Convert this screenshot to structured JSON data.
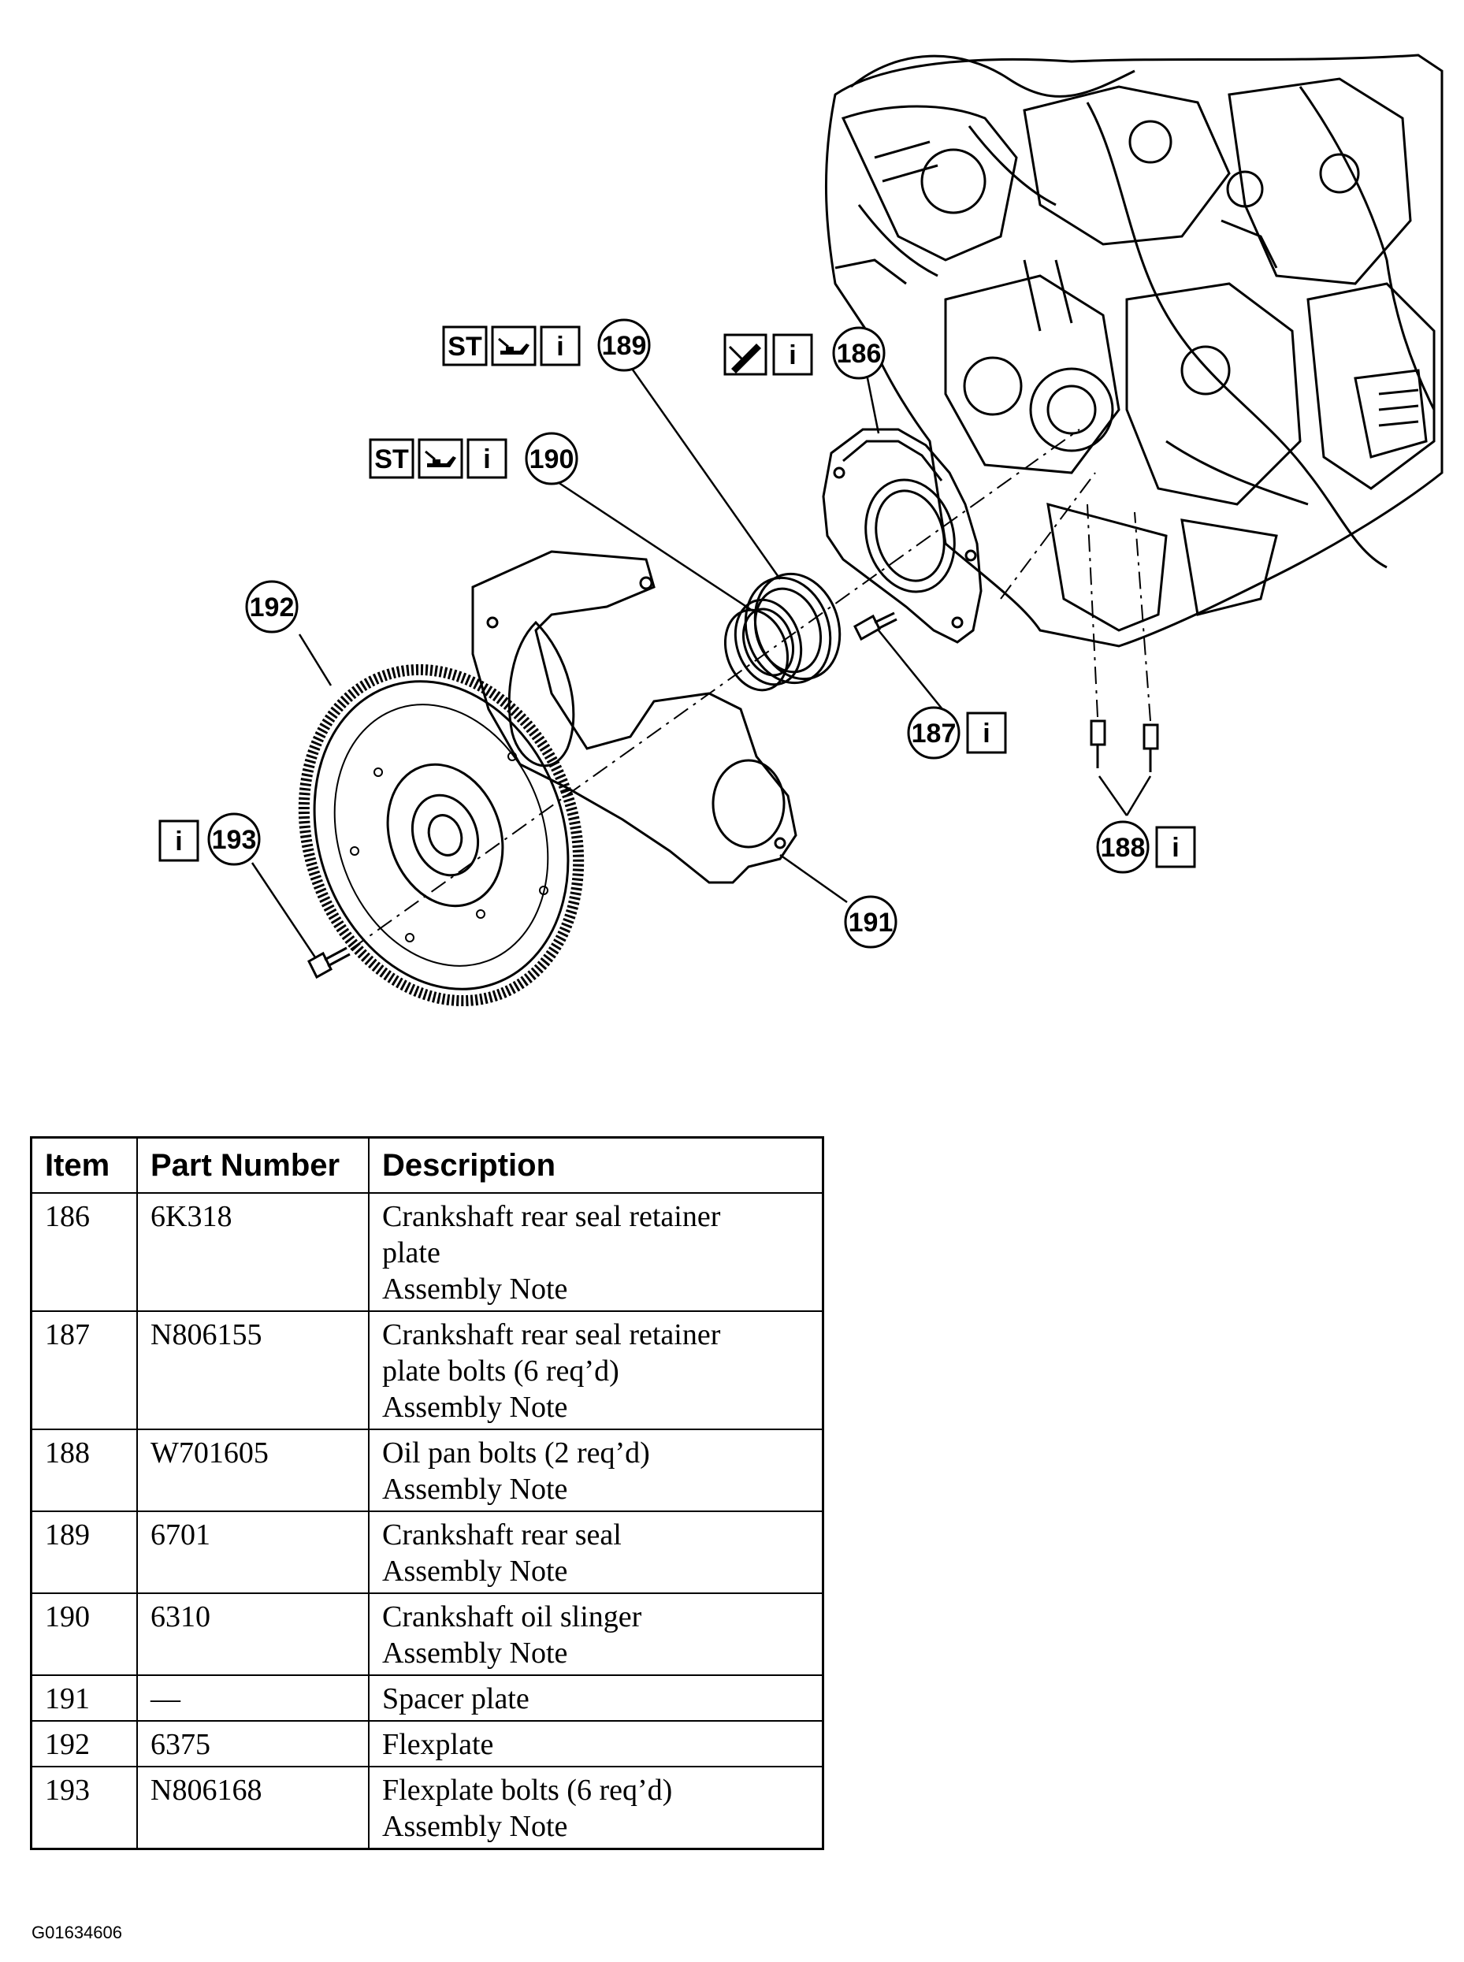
{
  "callouts": {
    "c186": "186",
    "c187": "187",
    "c188": "188",
    "c189": "189",
    "c190": "190",
    "c191": "191",
    "c192": "192",
    "c193": "193"
  },
  "symbols": {
    "special_tool": "ST",
    "info": "i",
    "lubricate_icon": "oil-can-icon",
    "sealant_icon": "sealant-tube-icon"
  },
  "table": {
    "headers": {
      "item": "Item",
      "part_number": "Part Number",
      "description": "Description"
    },
    "rows": [
      {
        "item": "186",
        "part_number": "6K318",
        "description": [
          "Crankshaft rear seal retainer",
          "plate",
          "Assembly Note"
        ]
      },
      {
        "item": "187",
        "part_number": "N806155",
        "description": [
          "Crankshaft rear seal retainer",
          "plate bolts (6 req’d)",
          "Assembly Note"
        ]
      },
      {
        "item": "188",
        "part_number": "W701605",
        "description": [
          "Oil pan bolts (2 req’d)",
          "Assembly Note"
        ]
      },
      {
        "item": "189",
        "part_number": "6701",
        "description": [
          "Crankshaft rear seal",
          "Assembly Note"
        ]
      },
      {
        "item": "190",
        "part_number": "6310",
        "description": [
          "Crankshaft oil slinger",
          "Assembly Note"
        ]
      },
      {
        "item": "191",
        "part_number": "—",
        "description": [
          "Spacer plate"
        ]
      },
      {
        "item": "192",
        "part_number": "6375",
        "description": [
          "Flexplate"
        ]
      },
      {
        "item": "193",
        "part_number": "N806168",
        "description": [
          "Flexplate bolts (6 req’d)",
          "Assembly Note"
        ]
      }
    ]
  },
  "figure_id": "G01634606"
}
